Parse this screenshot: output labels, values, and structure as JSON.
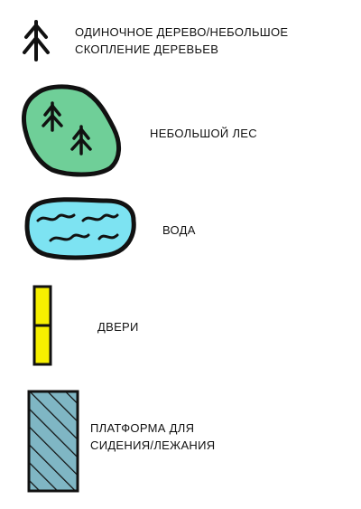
{
  "legend": {
    "items": [
      {
        "key": "single-tree",
        "label_lines": [
          "ОДИНОЧНОЕ ДЕРЕВО/НЕБОЛЬШОЕ",
          "СКОПЛЕНИЕ ДЕРЕВЬЕВ"
        ]
      },
      {
        "key": "small-forest",
        "label_lines": [
          "НЕБОЛЬШОЙ ЛЕС"
        ],
        "fill_color": "#6fcf98"
      },
      {
        "key": "water",
        "label_lines": [
          "ВОДА"
        ],
        "fill_color": "#7de3f2"
      },
      {
        "key": "doors",
        "label_lines": [
          "ДВЕРИ"
        ],
        "fill_color": "#f7f000"
      },
      {
        "key": "platform",
        "label_lines": [
          "ПЛАТФОРМА ДЛЯ",
          "СИДЕНИЯ/ЛЕЖАНИЯ"
        ],
        "fill_color": "#7fb6c4"
      }
    ],
    "stroke_color": "#111111"
  }
}
